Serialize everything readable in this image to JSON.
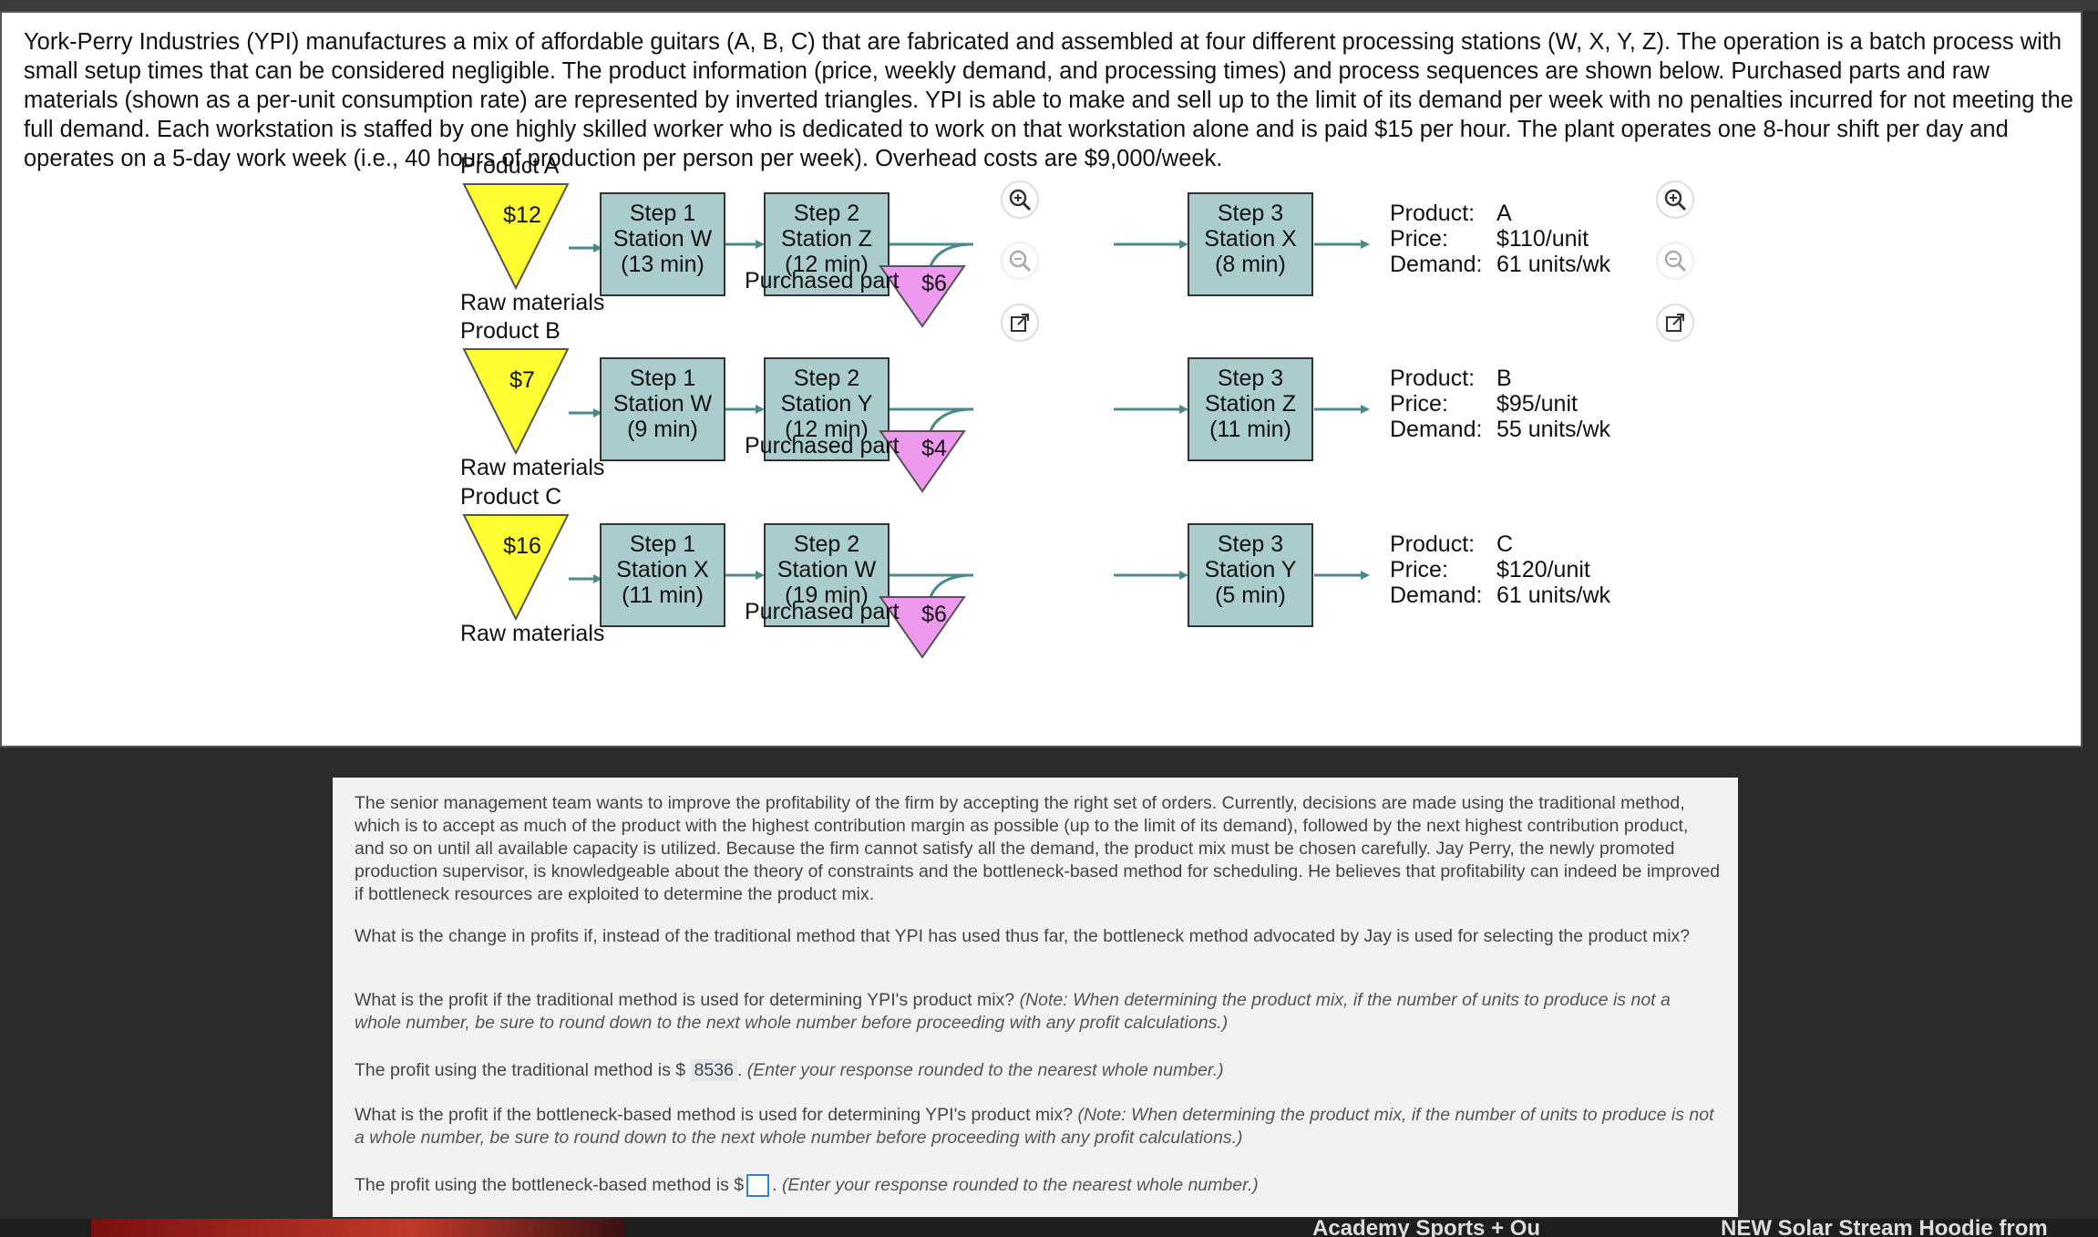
{
  "intro_text": "York-Perry Industries (YPI) manufactures a mix of affordable guitars (A, B, C) that are fabricated and assembled at four different processing stations (W, X, Y, Z). The operation is a batch process with small setup times that can be considered negligible. The product information (price, weekly demand, and processing times) and process sequences are shown below. Purchased parts and raw materials (shown as a per-unit consumption rate) are represented by inverted triangles. YPI is able to make and sell up to the limit of its demand per week with no penalties incurred for not meeting the full demand. Each workstation is staffed by one highly skilled worker who is dedicated to work on that workstation alone and is paid $15 per hour. The plant operates one 8-hour shift per day and operates on a 5-day work week (i.e., 40 hours of production per person per week). Overhead costs are $9,000/week.",
  "products": [
    {
      "header": "Product A",
      "raw_cost": "$12",
      "raw_label": "Raw materials",
      "steps": [
        {
          "l1": "Step 1",
          "l2": "Station W",
          "l3": "(13 min)"
        },
        {
          "l1": "Step 2",
          "l2": "Station Z",
          "l3": "(12 min)"
        },
        {
          "l1": "Step 3",
          "l2": "Station X",
          "l3": "(8 min)"
        }
      ],
      "purchased_cost": "$6",
      "purchased_label": "Purchased part",
      "info": {
        "product_label": "Product:",
        "product": "A",
        "price_label": "Price:",
        "price": "$110/unit",
        "demand_label": "Demand:",
        "demand": "61 units/wk"
      }
    },
    {
      "header": "Product B",
      "raw_cost": "$7",
      "raw_label": "Raw materials",
      "steps": [
        {
          "l1": "Step 1",
          "l2": "Station W",
          "l3": "(9 min)"
        },
        {
          "l1": "Step 2",
          "l2": "Station Y",
          "l3": "(12 min)"
        },
        {
          "l1": "Step 3",
          "l2": "Station Z",
          "l3": "(11 min)"
        }
      ],
      "purchased_cost": "$4",
      "purchased_label": "Purchased part",
      "info": {
        "product_label": "Product:",
        "product": "B",
        "price_label": "Price:",
        "price": "$95/unit",
        "demand_label": "Demand:",
        "demand": "55 units/wk"
      }
    },
    {
      "header": "Product C",
      "raw_cost": "$16",
      "raw_label": "Raw materials",
      "steps": [
        {
          "l1": "Step 1",
          "l2": "Station X",
          "l3": "(11 min)"
        },
        {
          "l1": "Step 2",
          "l2": "Station W",
          "l3": "(19 min)"
        },
        {
          "l1": "Step 3",
          "l2": "Station Y",
          "l3": "(5 min)"
        }
      ],
      "purchased_cost": "$6",
      "purchased_label": "Purchased part",
      "info": {
        "product_label": "Product:",
        "product": "C",
        "price_label": "Price:",
        "price": "$120/unit",
        "demand_label": "Demand:",
        "demand": "61 units/wk"
      }
    }
  ],
  "colors": {
    "raw": "#ffff33",
    "purchased": "#ee99ee",
    "station": "#aacccc",
    "arrow": "#4a8a8a"
  },
  "icons": {
    "zoom_in": "zoom-in-icon",
    "zoom_out": "zoom-out-icon",
    "open": "external-link-icon"
  },
  "question": {
    "p1": "The senior management team wants to improve the profitability of the firm by accepting the right set of orders. Currently, decisions are made using the traditional method, which is to accept as much of the product with the highest contribution margin as possible (up to the limit of its demand), followed by the next highest contribution product, and so on until all available capacity is utilized. Because the firm cannot satisfy all the demand, the product mix must be chosen carefully. Jay Perry, the newly promoted production supervisor, is knowledgeable about the theory of constraints and the bottleneck-based method for scheduling. He believes that profitability can indeed be improved if bottleneck resources are exploited to determine the product mix.",
    "p2": "What is the change in profits if, instead of the traditional method that YPI has used thus far, the bottleneck method advocated by Jay is used for selecting the product mix?",
    "p3_main": "What is the profit if the traditional method is used for determining YPI's product mix?",
    "p3_note": "(Note: When determining the product mix, if the number of units to produce is not a whole number, be sure to round down to the next whole number before proceeding with any profit calculations.)",
    "p4_prefix": "The profit using the traditional method is $",
    "p4_value": "8536",
    "p4_suffix": "(Enter your response rounded to the nearest whole number.)",
    "p5_main": "What is the profit if the bottleneck-based method is used for determining YPI's product mix?",
    "p5_note": "(Note: When determining the product mix, if the number of units to produce is not a whole number, be sure to round down to the next whole number before proceeding with any profit calculations.)",
    "p6_prefix": "The profit using the bottleneck-based method is $",
    "p6_value": "",
    "p6_suffix": "(Enter your response rounded to the nearest whole number.)"
  },
  "bottom_tabs": [
    "Academy Sports + Ou",
    "NEW Solar Stream Hoodie from"
  ]
}
